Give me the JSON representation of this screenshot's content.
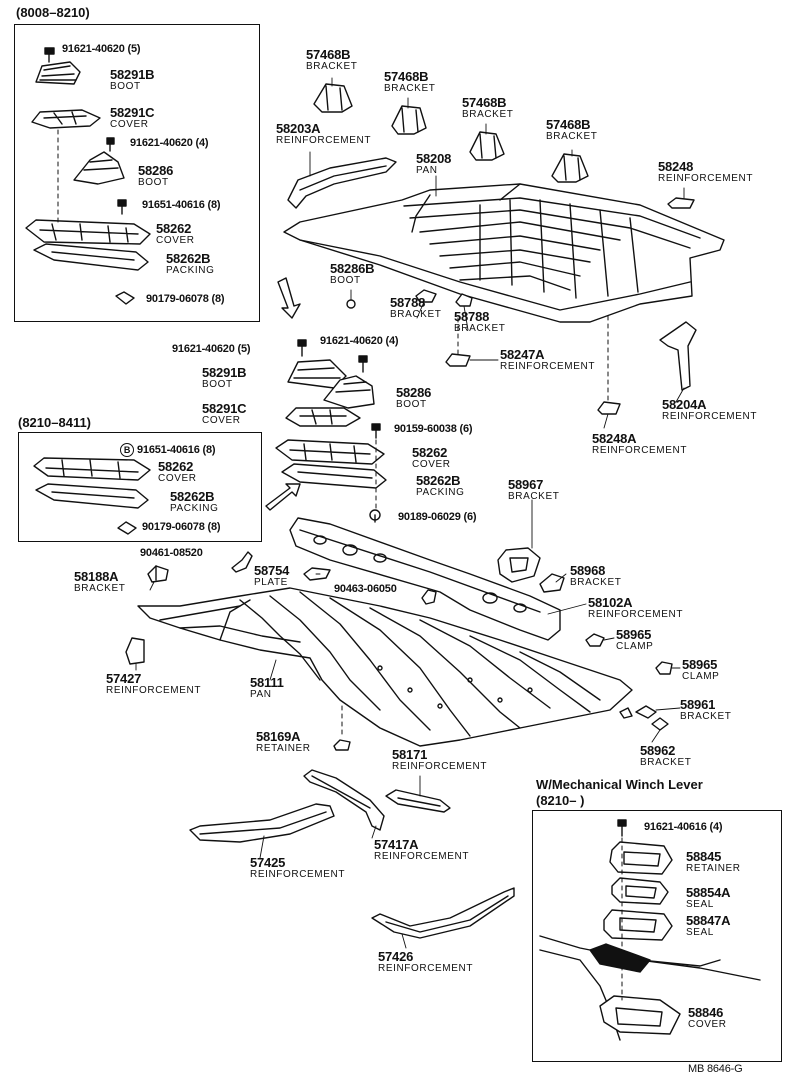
{
  "headers": {
    "box1_range": "(8008–8210)",
    "box2_range": "(8210–8411)",
    "winch_title": "W/Mechanical Winch Lever",
    "winch_range": "(8210–          )"
  },
  "fasteners": {
    "f1": "91621-40620 (5)",
    "f2": "91621-40620 (4)",
    "f3": "91651-40616 (8)",
    "f4": "90179-06078 (8)",
    "f5": "91621-40620 (5)",
    "f6": "91621-40620 (4)",
    "f7": "90159-60038 (6)",
    "f8": "90189-06029 (6)",
    "f9": "91651-40616 (8)",
    "f10": "90179-06078 (8)",
    "f11": "90461-08520",
    "f12": "90463-06050",
    "f13": "91621-40616 (4)"
  },
  "circle_marker": "B",
  "parts": {
    "p58291B_a": {
      "num": "58291B",
      "name": "BOOT"
    },
    "p58291C_a": {
      "num": "58291C",
      "name": "COVER"
    },
    "p58286_a": {
      "num": "58286",
      "name": "BOOT"
    },
    "p58262_a": {
      "num": "58262",
      "name": "COVER"
    },
    "p58262B_a": {
      "num": "58262B",
      "name": "PACKING"
    },
    "p57468B_1": {
      "num": "57468B",
      "name": "BRACKET"
    },
    "p57468B_2": {
      "num": "57468B",
      "name": "BRACKET"
    },
    "p57468B_3": {
      "num": "57468B",
      "name": "BRACKET"
    },
    "p57468B_4": {
      "num": "57468B",
      "name": "BRACKET"
    },
    "p58203A": {
      "num": "58203A",
      "name": "REINFORCEMENT"
    },
    "p58208": {
      "num": "58208",
      "name": "PAN"
    },
    "p58248": {
      "num": "58248",
      "name": "REINFORCEMENT"
    },
    "p58286B": {
      "num": "58286B",
      "name": "BOOT"
    },
    "p58788_1": {
      "num": "58788",
      "name": "BRACKET"
    },
    "p58788_2": {
      "num": "58788",
      "name": "BRACKET"
    },
    "p58247A": {
      "num": "58247A",
      "name": "REINFORCEMENT"
    },
    "p58204A": {
      "num": "58204A",
      "name": "REINFORCEMENT"
    },
    "p58248A": {
      "num": "58248A",
      "name": "REINFORCEMENT"
    },
    "p58291B_b": {
      "num": "58291B",
      "name": "BOOT"
    },
    "p58286_b": {
      "num": "58286",
      "name": "BOOT"
    },
    "p58291C_b": {
      "num": "58291C",
      "name": "COVER"
    },
    "p58262_b": {
      "num": "58262",
      "name": "COVER"
    },
    "p58262B_b": {
      "num": "58262B",
      "name": "PACKING"
    },
    "p58262_c": {
      "num": "58262",
      "name": "COVER"
    },
    "p58262B_c": {
      "num": "58262B",
      "name": "PACKING"
    },
    "p58967": {
      "num": "58967",
      "name": "BRACKET"
    },
    "p58968": {
      "num": "58968",
      "name": "BRACKET"
    },
    "p58102A": {
      "num": "58102A",
      "name": "REINFORCEMENT"
    },
    "p58965_1": {
      "num": "58965",
      "name": "CLAMP"
    },
    "p58965_2": {
      "num": "58965",
      "name": "CLAMP"
    },
    "p58961": {
      "num": "58961",
      "name": "BRACKET"
    },
    "p58962": {
      "num": "58962",
      "name": "BRACKET"
    },
    "p58754": {
      "num": "58754",
      "name": "PLATE"
    },
    "p58188A": {
      "num": "58188A",
      "name": "BRACKET"
    },
    "p57427": {
      "num": "57427",
      "name": "REINFORCEMENT"
    },
    "p58111": {
      "num": "58111",
      "name": "PAN"
    },
    "p58169A": {
      "num": "58169A",
      "name": "RETAINER"
    },
    "p58171": {
      "num": "58171",
      "name": "REINFORCEMENT"
    },
    "p57417A": {
      "num": "57417A",
      "name": "REINFORCEMENT"
    },
    "p57425": {
      "num": "57425",
      "name": "REINFORCEMENT"
    },
    "p57426": {
      "num": "57426",
      "name": "REINFORCEMENT"
    },
    "p58845": {
      "num": "58845",
      "name": "RETAINER"
    },
    "p58854A": {
      "num": "58854A",
      "name": "SEAL"
    },
    "p58847A": {
      "num": "58847A",
      "name": "SEAL"
    },
    "p58846": {
      "num": "58846",
      "name": "COVER"
    }
  },
  "footer": "MB  8646-G"
}
